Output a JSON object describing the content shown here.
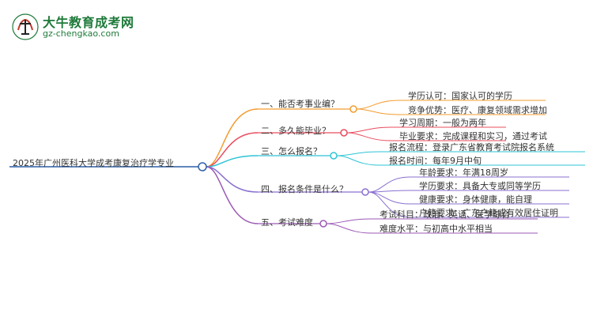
{
  "logo": {
    "title": "大牛教育成考网",
    "url": "gz-chengkao.com",
    "mark_icon": "niu-logo-icon"
  },
  "mindmap": {
    "root": "2025年广州医科大学成考康复治疗学专业",
    "branches": [
      {
        "label": "一、能否考事业编？",
        "color": "#f39c2e",
        "leaves": [
          "学历认可：国家认可的学历",
          "竞争优势：医疗、康复领域需求增加"
        ]
      },
      {
        "label": "二、多久能毕业？",
        "color": "#e94c5e",
        "leaves": [
          "学习周期：一般为两年",
          "毕业要求：完成课程和实习，通过考试"
        ]
      },
      {
        "label": "三、怎么报名？",
        "color": "#2ec4d6",
        "leaves": [
          "报名流程：登录广东省教育考试院报名系统",
          "报名时间：每年9月中旬"
        ]
      },
      {
        "label": "四、报名条件是什么？",
        "color": "#8a6fd1",
        "leaves": [
          "年龄要求：年满18周岁",
          "学历要求：具备大专或同等学历",
          "健康要求：身体健康，能自理",
          "户籍要求：广东户籍或有效居住证明"
        ]
      },
      {
        "label": "五、考试难度",
        "color": "#9b59b6",
        "leaves": [
          "考试科目：政治、英语、医学综合",
          "难度水平：与初高中水平相当"
        ]
      }
    ]
  }
}
